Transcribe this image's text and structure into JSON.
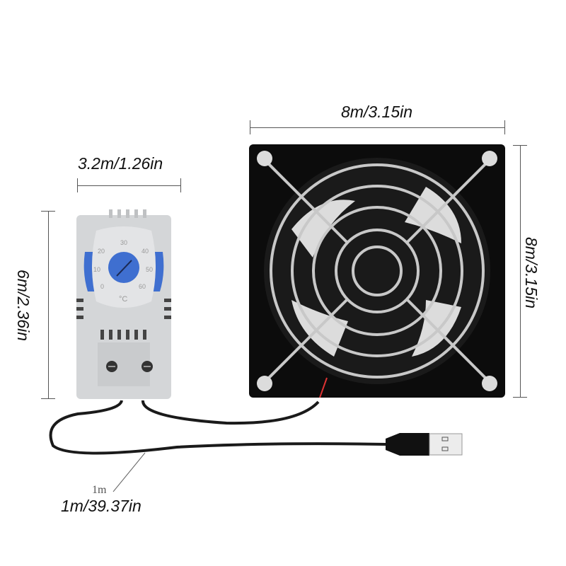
{
  "dimensions": {
    "thermostat_width": "3.2m/1.26in",
    "thermostat_height": "6m/2.36in",
    "fan_width": "8m/3.15in",
    "fan_height": "8m/3.15in",
    "cable_length": "1m/39.37in",
    "cable_small_label": "1m"
  },
  "thermostat": {
    "dial_scale": [
      "0",
      "10",
      "20",
      "30",
      "40",
      "50",
      "60"
    ],
    "unit": "°C",
    "accent_color": "#3f6fd0"
  },
  "colors": {
    "housing": "#d4d6d8",
    "fan_body": "#0c0c0c",
    "grill": "#c8c8c8",
    "cable": "#1a1a1a"
  }
}
